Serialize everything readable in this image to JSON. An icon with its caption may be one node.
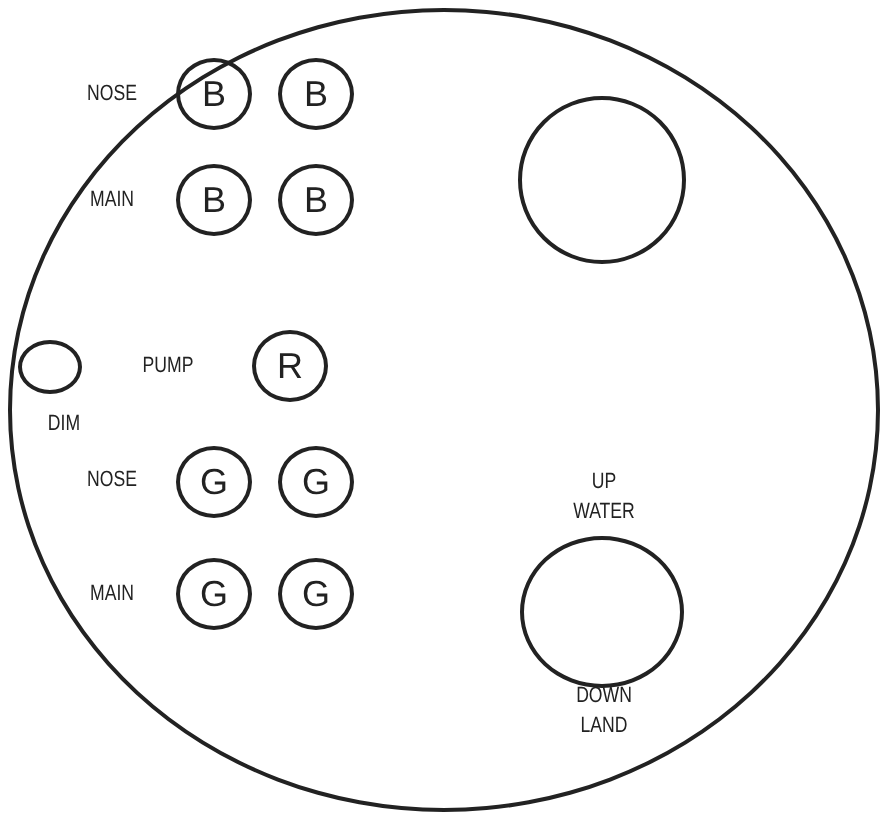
{
  "diagram": {
    "nodes": [
      {
        "text": [],
        "shape": "circle"
      },
      {
        "text": [
          "B"
        ],
        "in": 0
      },
      {
        "text": [
          "B"
        ],
        "in": 0
      },
      {
        "text": [
          "B"
        ],
        "in": 0
      },
      {
        "text": [
          "B"
        ],
        "in": 0
      },
      {
        "text": [],
        "shape": "circle",
        "in": 0,
        "beside": [
          "DIM"
        ]
      },
      {
        "text": [
          "R"
        ],
        "in": 0
      },
      {
        "text": [
          "G"
        ],
        "in": 0
      },
      {
        "text": [
          "G"
        ],
        "in": 0
      },
      {
        "text": [
          "G"
        ],
        "in": 0
      },
      {
        "text": [
          "G"
        ],
        "in": 0
      },
      {
        "text": [],
        "shape": "circle",
        "in": 0
      },
      {
        "text": [],
        "shape": "circle",
        "in": 0,
        "beside": [
          "UP WATER",
          "DOWN LAND"
        ]
      }
    ],
    "labels": [
      "NOSE",
      "MAIN",
      "PUMP",
      "NOSE",
      "MAIN"
    ]
  }
}
